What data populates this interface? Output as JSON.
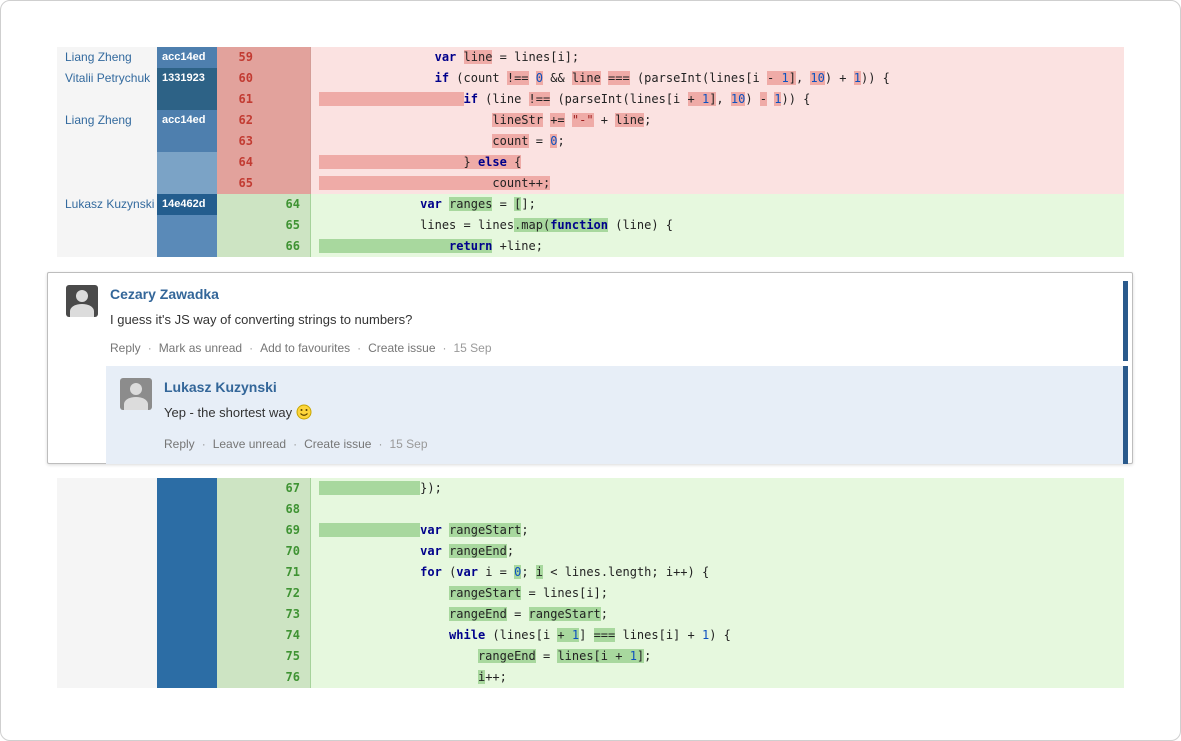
{
  "colors": {
    "commit_shades": {
      "a": "#4e7fae",
      "b": "#2d6286",
      "c": "#7ba3c6",
      "d": "#235d8e",
      "e": "#5a8ab8",
      "f": "#2c6da5"
    },
    "accent_blue": "#336699",
    "unread_bar": "#2a5a8c",
    "del_bg": "#fbe2e1",
    "del_hl": "#efaba7",
    "add_bg": "#e6f8de",
    "add_hl": "#a8d89e"
  },
  "diff_top": {
    "rows": [
      {
        "kind": "del",
        "num": "59",
        "author": "Liang Zheng",
        "commit": "acc14ed",
        "shade": "a",
        "code": [
          [
            "                ",
            "p"
          ],
          [
            "var",
            "k"
          ],
          [
            " ",
            "p"
          ],
          [
            "line",
            "p",
            1
          ],
          [
            " = lines[i];",
            "p"
          ]
        ]
      },
      {
        "kind": "del",
        "num": "60",
        "author": "Vitalii Petrychuk",
        "commit": "1331923",
        "shade": "b",
        "code": [
          [
            "                ",
            "p"
          ],
          [
            "if",
            "k"
          ],
          [
            " (count ",
            "p"
          ],
          [
            "!==",
            "p",
            1
          ],
          [
            " ",
            "p"
          ],
          [
            "0",
            "n",
            1
          ],
          [
            " && ",
            "p"
          ],
          [
            "line",
            "p",
            1
          ],
          [
            " ",
            "p"
          ],
          [
            "===",
            "p",
            1
          ],
          [
            " (parseInt(lines[i ",
            "p"
          ],
          [
            "- ",
            "p",
            1
          ],
          [
            "1",
            "n",
            1
          ],
          [
            "]",
            "p",
            1
          ],
          [
            ", ",
            "p"
          ],
          [
            "10",
            "n",
            1
          ],
          [
            ") + ",
            "p"
          ],
          [
            "1",
            "n",
            1
          ],
          [
            ")) {",
            "p"
          ]
        ]
      },
      {
        "kind": "del",
        "num": "61",
        "author": "",
        "commit": "",
        "shade": "b",
        "code": [
          [
            "                    ",
            "p",
            1
          ],
          [
            "if",
            "k"
          ],
          [
            " (line ",
            "p"
          ],
          [
            "!==",
            "p",
            1
          ],
          [
            " (parseInt(lines[i ",
            "p"
          ],
          [
            "+ ",
            "p",
            1
          ],
          [
            "1",
            "n",
            1
          ],
          [
            "]",
            "p",
            1
          ],
          [
            ", ",
            "p"
          ],
          [
            "10",
            "n",
            1
          ],
          [
            ") ",
            "p"
          ],
          [
            "-",
            "p",
            1
          ],
          [
            " ",
            "p"
          ],
          [
            "1",
            "n",
            1
          ],
          [
            ")) {",
            "p"
          ]
        ]
      },
      {
        "kind": "del",
        "num": "62",
        "author": "Liang Zheng",
        "commit": "acc14ed",
        "shade": "a",
        "code": [
          [
            "                        ",
            "p"
          ],
          [
            "lineStr",
            "p",
            1
          ],
          [
            " ",
            "p"
          ],
          [
            "+=",
            "p",
            1
          ],
          [
            " ",
            "p"
          ],
          [
            "\"-\"",
            "s",
            1
          ],
          [
            " + ",
            "p"
          ],
          [
            "line",
            "p",
            1
          ],
          [
            ";",
            "p"
          ]
        ]
      },
      {
        "kind": "del",
        "num": "63",
        "author": "",
        "commit": "",
        "shade": "a",
        "code": [
          [
            "                        ",
            "p"
          ],
          [
            "count",
            "p",
            1
          ],
          [
            " = ",
            "p"
          ],
          [
            "0",
            "n",
            1
          ],
          [
            ";",
            "p"
          ]
        ]
      },
      {
        "kind": "del",
        "num": "64",
        "author": "",
        "commit": "",
        "shade": "c",
        "code": [
          [
            "                    ",
            "p",
            1
          ],
          [
            "} ",
            "p",
            1
          ],
          [
            "else",
            "k",
            1
          ],
          [
            " {",
            "p",
            1
          ]
        ]
      },
      {
        "kind": "del",
        "num": "65",
        "author": "",
        "commit": "",
        "shade": "c",
        "code": [
          [
            "                        ",
            "p",
            1
          ],
          [
            "count++;",
            "p",
            1
          ]
        ]
      },
      {
        "kind": "add",
        "num": "64",
        "author": "Lukasz Kuzynski",
        "commit": "14e462d",
        "shade": "d",
        "code": [
          [
            "              ",
            "p"
          ],
          [
            "var",
            "k"
          ],
          [
            " ",
            "p"
          ],
          [
            "ranges",
            "p",
            1
          ],
          [
            " = ",
            "p"
          ],
          [
            "[",
            "p",
            1
          ],
          [
            "];",
            "p"
          ]
        ]
      },
      {
        "kind": "add",
        "num": "65",
        "author": "",
        "commit": "",
        "shade": "e",
        "code": [
          [
            "              ",
            "p"
          ],
          [
            "lines = lines",
            "p"
          ],
          [
            ".map(",
            "p",
            1
          ],
          [
            "function",
            "k",
            1
          ],
          [
            " (line) {",
            "p"
          ]
        ]
      },
      {
        "kind": "add",
        "num": "66",
        "author": "",
        "commit": "",
        "shade": "e",
        "code": [
          [
            "                  ",
            "p",
            1
          ],
          [
            "return",
            "k",
            1
          ],
          [
            " +line;",
            "p"
          ]
        ]
      }
    ]
  },
  "comments": {
    "root": {
      "author": "Cezary Zawadka",
      "body": "I guess it's JS way of converting strings to numbers?",
      "actions": [
        "Reply",
        "Mark as unread",
        "Add to favourites",
        "Create issue"
      ],
      "date": "15 Sep"
    },
    "reply": {
      "author": "Lukasz Kuzynski",
      "body": "Yep - the shortest way",
      "emoji": "smiley",
      "actions": [
        "Reply",
        "Leave unread",
        "Create issue"
      ],
      "date": "15 Sep"
    }
  },
  "diff_bottom": {
    "rows": [
      {
        "kind": "add",
        "num": "67",
        "author": "",
        "commit": "",
        "shade": "f",
        "code": [
          [
            "              ",
            "p",
            1
          ],
          [
            "});",
            "p"
          ]
        ]
      },
      {
        "kind": "add",
        "num": "68",
        "author": "",
        "commit": "",
        "shade": "f",
        "code": []
      },
      {
        "kind": "add",
        "num": "69",
        "author": "",
        "commit": "",
        "shade": "f",
        "code": [
          [
            "              ",
            "p",
            1
          ],
          [
            "var",
            "k"
          ],
          [
            " ",
            "p"
          ],
          [
            "rangeStart",
            "p",
            1
          ],
          [
            ";",
            "p"
          ]
        ]
      },
      {
        "kind": "add",
        "num": "70",
        "author": "",
        "commit": "",
        "shade": "f",
        "code": [
          [
            "              ",
            "p"
          ],
          [
            "var",
            "k"
          ],
          [
            " ",
            "p"
          ],
          [
            "rangeEnd",
            "p",
            1
          ],
          [
            ";",
            "p"
          ]
        ]
      },
      {
        "kind": "add",
        "num": "71",
        "author": "",
        "commit": "",
        "shade": "f",
        "code": [
          [
            "              ",
            "p"
          ],
          [
            "for",
            "k"
          ],
          [
            " (",
            "p"
          ],
          [
            "var",
            "k"
          ],
          [
            " i = ",
            "p"
          ],
          [
            "0",
            "n",
            1
          ],
          [
            "; ",
            "p"
          ],
          [
            "i",
            "p",
            1
          ],
          [
            " < lines.length; i++) {",
            "p"
          ]
        ]
      },
      {
        "kind": "add",
        "num": "72",
        "author": "",
        "commit": "",
        "shade": "f",
        "code": [
          [
            "                  ",
            "p"
          ],
          [
            "rangeStart",
            "p",
            1
          ],
          [
            " = lines[i];",
            "p"
          ]
        ]
      },
      {
        "kind": "add",
        "num": "73",
        "author": "",
        "commit": "",
        "shade": "f",
        "code": [
          [
            "                  ",
            "p"
          ],
          [
            "rangeEnd",
            "p",
            1
          ],
          [
            " = ",
            "p"
          ],
          [
            "rangeStart",
            "p",
            1
          ],
          [
            ";",
            "p"
          ]
        ]
      },
      {
        "kind": "add",
        "num": "74",
        "author": "",
        "commit": "",
        "shade": "f",
        "code": [
          [
            "                  ",
            "p"
          ],
          [
            "while",
            "k"
          ],
          [
            " (lines[i ",
            "p"
          ],
          [
            "+ ",
            "p",
            1
          ],
          [
            "1",
            "n",
            1
          ],
          [
            "] ",
            "p"
          ],
          [
            "===",
            "p",
            1
          ],
          [
            " lines[i] + ",
            "p"
          ],
          [
            "1",
            "n"
          ],
          [
            ") {",
            "p"
          ]
        ]
      },
      {
        "kind": "add",
        "num": "75",
        "author": "",
        "commit": "",
        "shade": "f",
        "code": [
          [
            "                      ",
            "p"
          ],
          [
            "rangeEnd",
            "p",
            1
          ],
          [
            " = ",
            "p"
          ],
          [
            "lines[i + ",
            "p",
            1
          ],
          [
            "1",
            "n",
            1
          ],
          [
            "]",
            "p",
            1
          ],
          [
            ";",
            "p"
          ]
        ]
      },
      {
        "kind": "add",
        "num": "76",
        "author": "",
        "commit": "",
        "shade": "f",
        "code": [
          [
            "                      ",
            "p"
          ],
          [
            "i",
            "p",
            1
          ],
          [
            "++;",
            "p"
          ]
        ]
      }
    ]
  }
}
